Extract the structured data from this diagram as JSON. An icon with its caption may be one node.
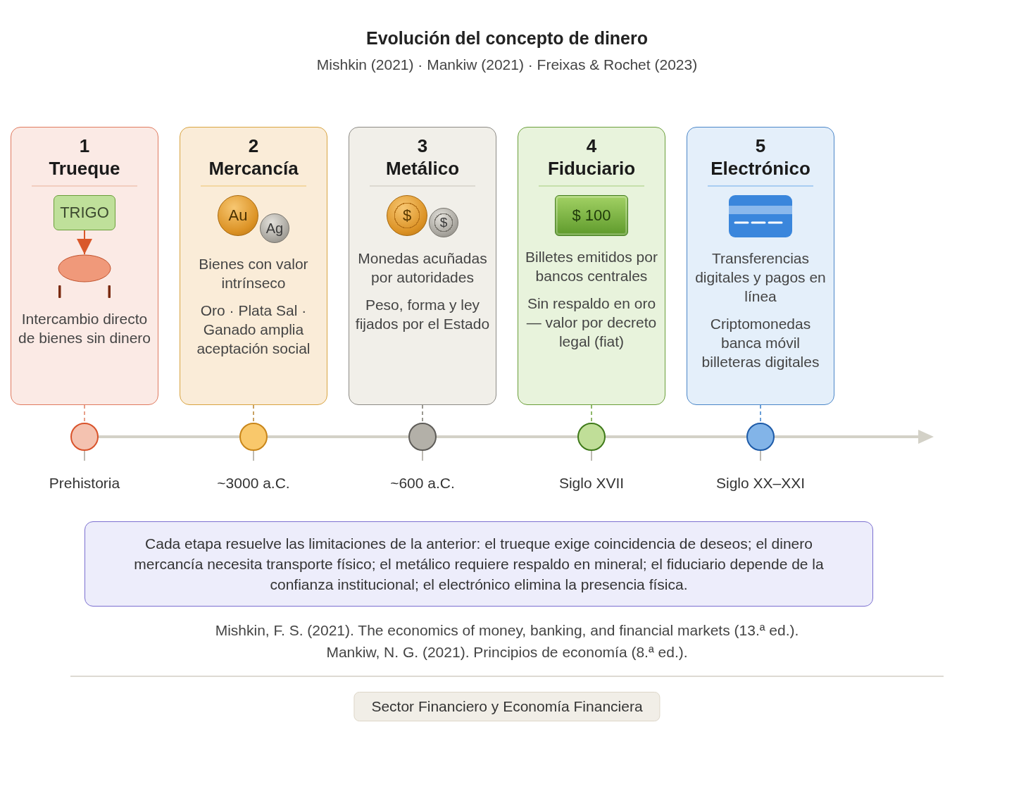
{
  "diagram": {
    "title": "Evolución del concepto de dinero",
    "nodes": [
      {
        "text": [
          "1",
          "Trueque",
          "Intercambio directo de bienes sin dinero"
        ]
      },
      {
        "text": [
          "TRIGO"
        ],
        "in": 0
      },
      {
        "text": [],
        "shape": "ellipse",
        "in": 0
      },
      {
        "text": [
          "2",
          "Mercancía",
          "Bienes con valor intrínseco",
          "Oro · Plata Sal · Ganado amplia aceptación social"
        ]
      },
      {
        "text": [
          "Au"
        ],
        "in": 3
      },
      {
        "text": [
          "Ag"
        ],
        "in": 3
      },
      {
        "text": [
          "3",
          "Metálico",
          "Monedas acuñadas por autoridades",
          "Peso, forma y ley fijados por el Estado"
        ]
      },
      {
        "text": [
          "$"
        ],
        "in": 6
      },
      {
        "text": [
          "$"
        ],
        "in": 6
      },
      {
        "text": [
          "4",
          "Fiduciario",
          "Billetes emitidos por bancos centrales",
          "Sin respaldo en oro — valor por decreto legal (fiat)"
        ]
      },
      {
        "text": [
          "$ 100"
        ],
        "in": 9
      },
      {
        "text": [
          "5",
          "Electrónico",
          "Transferencias digitales y pagos en línea",
          "Criptomonedas banca móvil billeteras digitales"
        ]
      },
      {
        "text": [],
        "shape": "circle",
        "beside": [
          "Prehistoria"
        ]
      },
      {
        "text": [],
        "shape": "circle",
        "beside": [
          "~3000 a.C."
        ]
      },
      {
        "text": [],
        "shape": "circle",
        "beside": [
          "~600 a.C."
        ]
      },
      {
        "text": [],
        "shape": "circle",
        "beside": [
          "Siglo XVII"
        ]
      },
      {
        "text": [],
        "shape": "circle",
        "beside": [
          "Siglo XX–XXI"
        ]
      },
      {
        "text": [
          "Cada etapa resuelve las limitaciones de la anterior: el trueque exige coincidencia de deseos; el dinero mercancía necesita transporte físico; el metálico requiere respaldo en mineral; el fiduciario depende de la confianza institucional; el electrónico elimina la presencia física."
        ]
      },
      {
        "text": [
          "Sector Financiero y Economía Financiera"
        ]
      }
    ],
    "edges": [
      {
        "from": 1,
        "to": 2,
        "arrow": "to",
        "color": "#d9582b"
      },
      {
        "from": 0,
        "to": 12,
        "arrow": "none",
        "style": "dashed",
        "color": "#e8a08a"
      },
      {
        "from": 3,
        "to": 13,
        "arrow": "none",
        "style": "dashed",
        "color": "#c9a263"
      },
      {
        "from": 6,
        "to": 14,
        "arrow": "none",
        "style": "dashed",
        "color": "#9a9890"
      },
      {
        "from": 9,
        "to": 15,
        "arrow": "none",
        "style": "dashed",
        "color": "#8fb86a"
      },
      {
        "from": 11,
        "to": 16,
        "arrow": "none",
        "style": "dashed",
        "color": "#6a9fd8"
      }
    ],
    "labels": [
      "Mishkin (2021) · Mankiw (2021) · Freixas & Rochet (2023)",
      "Mishkin, F. S. (2021). The economics of money, banking, and financial markets (13.ª ed.).",
      "Mankiw, N. G. (2021). Principios de economía (8.ª ed.)."
    ]
  }
}
